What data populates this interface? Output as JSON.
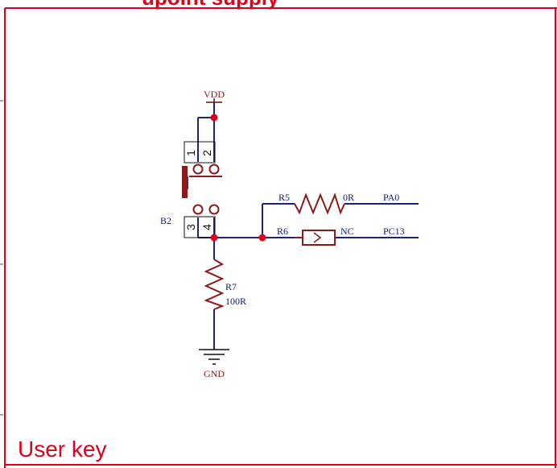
{
  "header": {
    "title_partial": "upoint supply"
  },
  "footer": {
    "section_title": "User key"
  },
  "colors": {
    "wire": "#1a237e",
    "component": "#b71c1c",
    "junction": "#e0001b",
    "frame": "#e0001b",
    "net_text": "#0d1a7a",
    "power_text": "#8b1a1a",
    "title_text": "#e0001b"
  },
  "nets": {
    "vdd": "VDD",
    "gnd": "GND",
    "pa0": "PA0",
    "pc13": "PC13"
  },
  "components": {
    "switch": {
      "ref": "B2",
      "pins": [
        "1",
        "2",
        "3",
        "4"
      ]
    },
    "r5": {
      "ref": "R5",
      "value": "0R"
    },
    "r6": {
      "ref": "R6",
      "value": "NC"
    },
    "r7": {
      "ref": "R7",
      "value": "100R"
    }
  }
}
